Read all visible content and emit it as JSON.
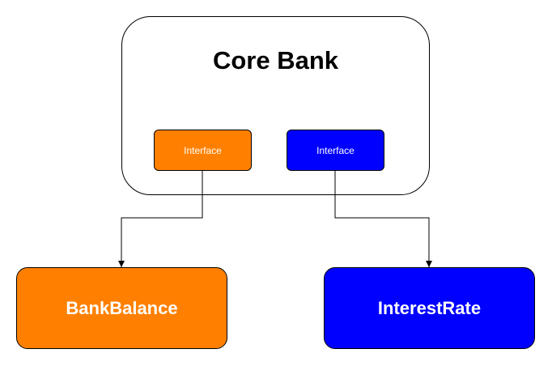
{
  "colors": {
    "orange": "#ff8000",
    "blue": "#0000ff",
    "stroke": "#000000"
  },
  "core": {
    "title": "Core Bank"
  },
  "interfaces": {
    "left": {
      "label": "Interface"
    },
    "right": {
      "label": "Interface"
    }
  },
  "targets": {
    "bank_balance": {
      "label": "BankBalance"
    },
    "interest_rate": {
      "label": "InterestRate"
    }
  }
}
